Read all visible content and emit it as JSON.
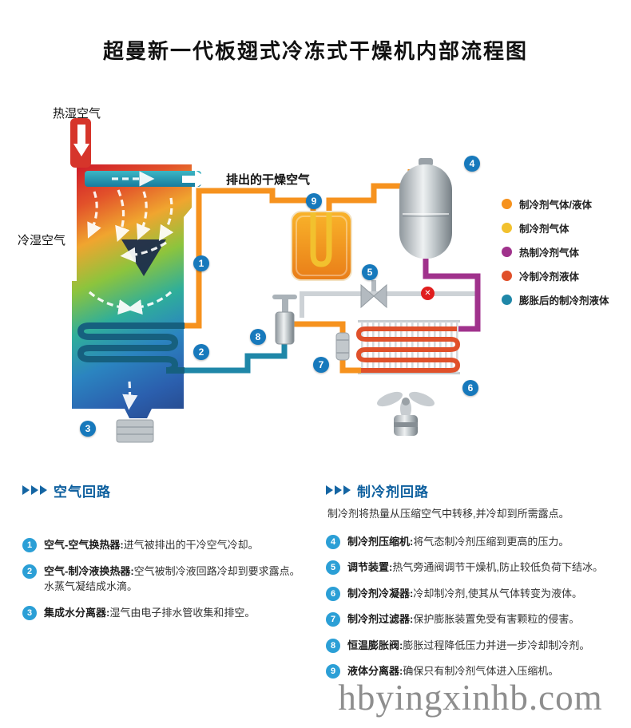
{
  "title": "超曼新一代板翅式冷冻式干燥机内部流程图",
  "diagram": {
    "labels": {
      "hot_humid_air": "热湿空气",
      "cold_humid_air": "冷湿空气",
      "dry_air_out": "排出的干燥空气"
    },
    "markers": [
      "1",
      "2",
      "3",
      "4",
      "5",
      "6",
      "7",
      "8",
      "9"
    ],
    "blocked_symbol": "✕",
    "colors": {
      "pipe_gas_liquid": "#f6921e",
      "pipe_gas": "#f2c12e",
      "pipe_hot_gas": "#a0328c",
      "pipe_cold_liquid": "#e0502a",
      "pipe_expanded": "#1f87a8",
      "marker_blue": "#1779bc"
    }
  },
  "legend": {
    "items": [
      {
        "color": "#f6921e",
        "label": "制冷剂气体/液体"
      },
      {
        "color": "#f2c12e",
        "label": "制冷剂气体"
      },
      {
        "color": "#a0328c",
        "label": "热制冷剂气体"
      },
      {
        "color": "#e0502a",
        "label": "冷制冷剂液体"
      },
      {
        "color": "#1f87a8",
        "label": "膨胀后的制冷剂液体"
      }
    ]
  },
  "sections": {
    "air": {
      "heading": "空气回路",
      "items": [
        {
          "num": "1",
          "name": "空气-空气换热器:",
          "desc": "进气被排出的干冷空气冷却。"
        },
        {
          "num": "2",
          "name": "空气-制冷液换热器:",
          "desc": "空气被制冷液回路冷却到要求露点。水蒸气凝结成水滴。"
        },
        {
          "num": "3",
          "name": "集成水分离器:",
          "desc": "湿气由电子排水管收集和排空。"
        }
      ]
    },
    "refrigerant": {
      "heading": "制冷剂回路",
      "subtitle": "制冷剂将热量从压缩空气中转移,并冷却到所需露点。",
      "items": [
        {
          "num": "4",
          "name": "制冷剂压缩机:",
          "desc": "将气态制冷剂压缩到更高的压力。"
        },
        {
          "num": "5",
          "name": "调节装置:",
          "desc": "热气旁通阀调节干燥机,防止较低负荷下结冰。"
        },
        {
          "num": "6",
          "name": "制冷剂冷凝器:",
          "desc": "冷却制冷剂,使其从气体转变为液体。"
        },
        {
          "num": "7",
          "name": "制冷剂过滤器:",
          "desc": "保护膨胀装置免受有害颗粒的侵害。"
        },
        {
          "num": "8",
          "name": "恒温膨胀阀:",
          "desc": "膨胀过程降低压力并进一步冷却制冷剂。"
        },
        {
          "num": "9",
          "name": "液体分离器:",
          "desc": "确保只有制冷剂气体进入压缩机。"
        }
      ]
    }
  },
  "watermark": "hbyingxinhb.com"
}
